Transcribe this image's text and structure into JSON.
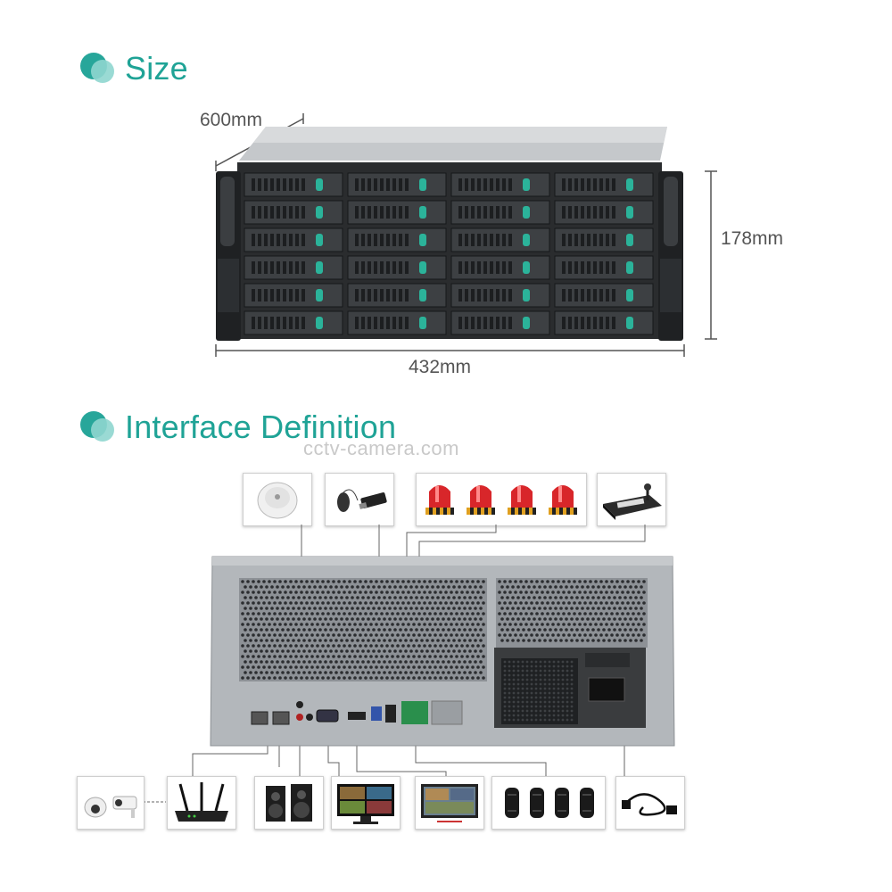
{
  "size_section": {
    "title": "Size"
  },
  "dimensions": {
    "depth": "600mm",
    "height": "178mm",
    "width": "432mm"
  },
  "interface_section": {
    "title": "Interface Definition"
  },
  "watermark": "cctv-camera.com",
  "colors": {
    "accent": "#1fa396",
    "accent_light": "#8fd6cf",
    "chassis": "#aeb3b8",
    "drive_latch": "#2bb39a"
  },
  "top_peripherals": [
    "audio-input-pickup",
    "mouse-and-usb-drive",
    "alarm-lights",
    "ptz-keyboard"
  ],
  "bottom_peripherals": [
    "ip-cameras",
    "network-router",
    "speakers",
    "vga-monitor",
    "hdmi-monitor",
    "rs485-connectors",
    "power-cord"
  ]
}
